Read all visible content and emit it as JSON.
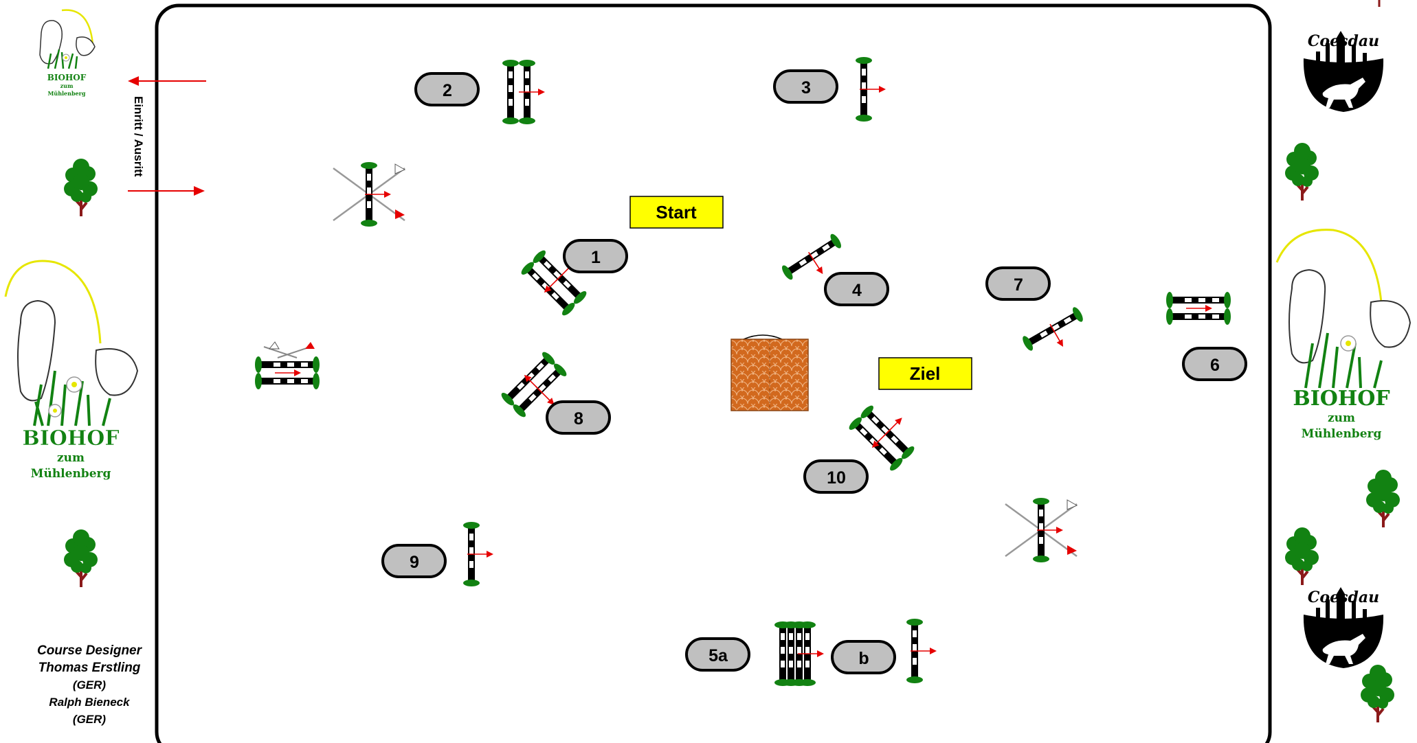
{
  "course": {
    "obstacles": [
      {
        "id": "o1",
        "number": "1"
      },
      {
        "id": "o2",
        "number": "2"
      },
      {
        "id": "o3",
        "number": "3"
      },
      {
        "id": "o4",
        "number": "4"
      },
      {
        "id": "o5a",
        "number": "5a"
      },
      {
        "id": "o5b",
        "number": "b"
      },
      {
        "id": "o6",
        "number": "6"
      },
      {
        "id": "o7",
        "number": "7"
      },
      {
        "id": "o8",
        "number": "8"
      },
      {
        "id": "o9",
        "number": "9"
      },
      {
        "id": "o10",
        "number": "10"
      }
    ],
    "start_label": "Start",
    "finish_label": "Ziel",
    "entrance_label": "Einritt / Ausritt"
  },
  "sponsors": {
    "biohof_line1": "BIOHOF",
    "biohof_line2": "zum",
    "biohof_line3": "Mühlenberg",
    "coesdau": "Coesdau"
  },
  "designer": {
    "title": "Course Designer",
    "name1": "Thomas Erstling",
    "country1": "(GER)",
    "name2": "Ralph Bieneck",
    "country2": "(GER)"
  },
  "colors": {
    "label_fill": "#c0c0c0",
    "start_fill": "#ffff00",
    "arrow": "#e60000",
    "plant": "#128212",
    "trunk": "#8b1a1a",
    "water": "#d2691e"
  }
}
